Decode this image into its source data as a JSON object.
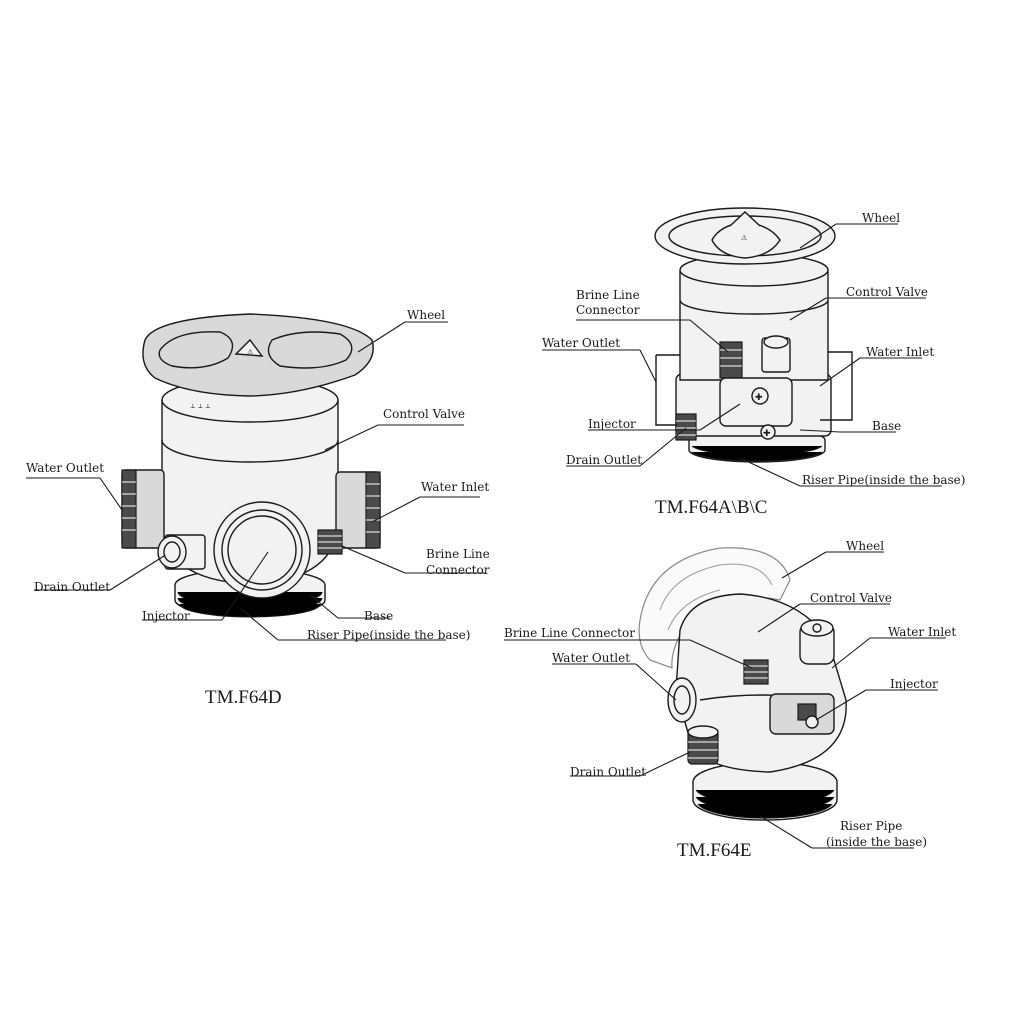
{
  "diagram_d": {
    "title": "TM.F64D",
    "labels": {
      "wheel": "Wheel",
      "control_valve": "Control Valve",
      "water_outlet": "Water Outlet",
      "water_inlet": "Water Inlet",
      "brine_line_1": "Brine Line",
      "brine_line_2": "Connector",
      "drain_outlet": "Drain Outlet",
      "injector": "Injector",
      "base": "Base",
      "riser_pipe": "Riser Pipe(inside the base)"
    }
  },
  "diagram_abc": {
    "title": "TM.F64A\\B\\C",
    "labels": {
      "wheel": "Wheel",
      "control_valve": "Control Valve",
      "brine_line_1": "Brine Line",
      "brine_line_2": "Connector",
      "water_outlet": "Water Outlet",
      "water_inlet": "Water Inlet",
      "injector": "Injector",
      "base": "Base",
      "drain_outlet": "Drain Outlet",
      "riser_pipe": "Riser Pipe(inside the base)"
    }
  },
  "diagram_e": {
    "title": "TM.F64E",
    "labels": {
      "wheel": "Wheel",
      "control_valve": "Control Valve",
      "brine_line_connector": "Brine Line Connector",
      "water_inlet": "Water Inlet",
      "water_outlet": "Water Outlet",
      "injector": "Injector",
      "drain_outlet": "Drain Outlet",
      "riser_pipe_1": "Riser Pipe",
      "riser_pipe_2": "(inside the base)"
    }
  }
}
